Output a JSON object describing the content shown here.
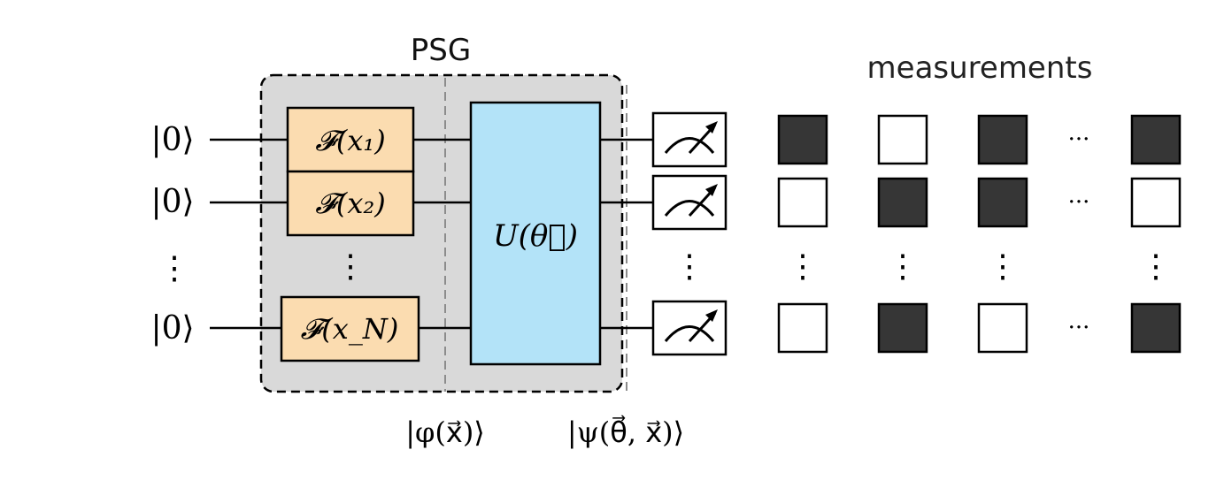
{
  "labels": {
    "psg": "PSG",
    "measurements": "measurements",
    "state_phi": "|φ(x⃗)⟩",
    "state_psi": "|ψ(θ⃗, x⃗)⟩"
  },
  "inputs": [
    "|0⟩",
    "|0⟩",
    "|0⟩"
  ],
  "gates": {
    "encoders": [
      "𝓕(x₁)",
      "𝓕(x₂)",
      "𝓕(x_N)"
    ],
    "unitary": "U(θ⃗)"
  },
  "ellipses": {
    "horizontal": "···",
    "vertical": "⋮"
  },
  "measurement_grid": {
    "rows": [
      [
        "filled",
        "empty",
        "filled",
        "filled"
      ],
      [
        "empty",
        "filled",
        "filled",
        "empty"
      ],
      [
        "empty",
        "filled",
        "empty",
        "filled"
      ]
    ]
  },
  "colors": {
    "psg_background": "#d9d9d9",
    "encoder_fill": "#fbdcb0",
    "unitary_fill": "#b3e3f8",
    "filled_square": "#363636",
    "outline": "#000000",
    "label_text": "#222222"
  }
}
